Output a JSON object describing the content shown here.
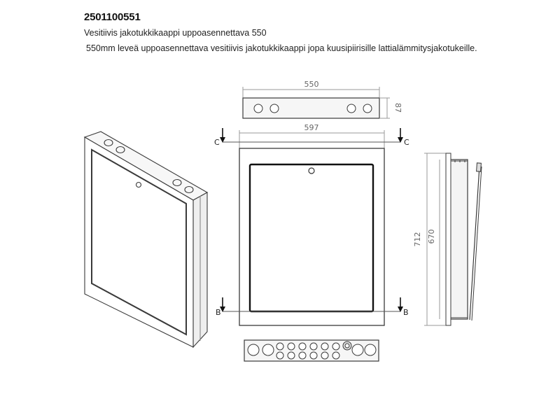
{
  "header": {
    "product_code": "2501100551",
    "subtitle": "Vesitiivis jakotukkikaappi uppoasennettava 550",
    "description": "550mm leveä uppoasennettava vesitiivis jakotukkikaappi jopa kuusipiirisille lattialämmitysjakotukeille."
  },
  "drawing": {
    "dim_top_width": "550",
    "dim_top_depth": "87",
    "dim_front_width": "597",
    "dim_total_height": "712",
    "dim_inner_height": "670",
    "section_c_left": "C",
    "section_c_right": "C",
    "section_b_left": "B",
    "section_b_right": "B",
    "colors": {
      "line": "#3a3a3a",
      "dim_line": "#9a9a9a",
      "light_fill": "#f2f2f2"
    }
  }
}
